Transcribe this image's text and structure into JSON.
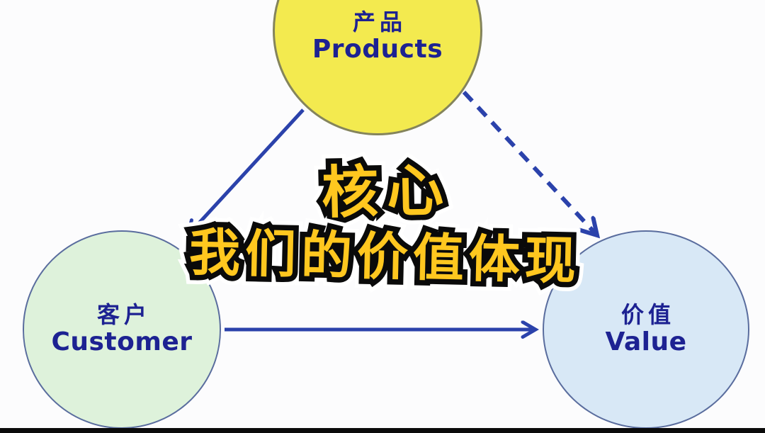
{
  "diagram": {
    "type": "triangle-relationship-diagram",
    "nodes": [
      {
        "id": "products",
        "zh": "产品",
        "en": "Products",
        "fill": "#f3ea4f",
        "border": "#84845c",
        "label_color": "#1d2292"
      },
      {
        "id": "customer",
        "zh": "客户",
        "en": "Customer",
        "fill": "#def2db",
        "border": "#5a6d9e",
        "label_color": "#1d2292"
      },
      {
        "id": "value",
        "zh": "价值",
        "en": "Value",
        "fill": "#d8e8f6",
        "border": "#5a6d9e",
        "label_color": "#1d2292"
      }
    ],
    "edges": [
      {
        "from": "products",
        "to": "customer",
        "style": "solid",
        "arrowhead": "end"
      },
      {
        "from": "products",
        "to": "value",
        "style": "dashed",
        "arrowhead": "end"
      },
      {
        "from": "customer",
        "to": "value",
        "style": "solid",
        "arrowhead": "end"
      }
    ],
    "arrow_color": "#2b42ab"
  },
  "overlay": {
    "line1": "核心",
    "line2": "我们的价值体现",
    "text_color": "#ffc71f",
    "outline_color": "#0a0a0a",
    "outer_outline_color": "#ffffff"
  },
  "frame": {
    "bottom_bar_color": "#0a0a0a"
  }
}
